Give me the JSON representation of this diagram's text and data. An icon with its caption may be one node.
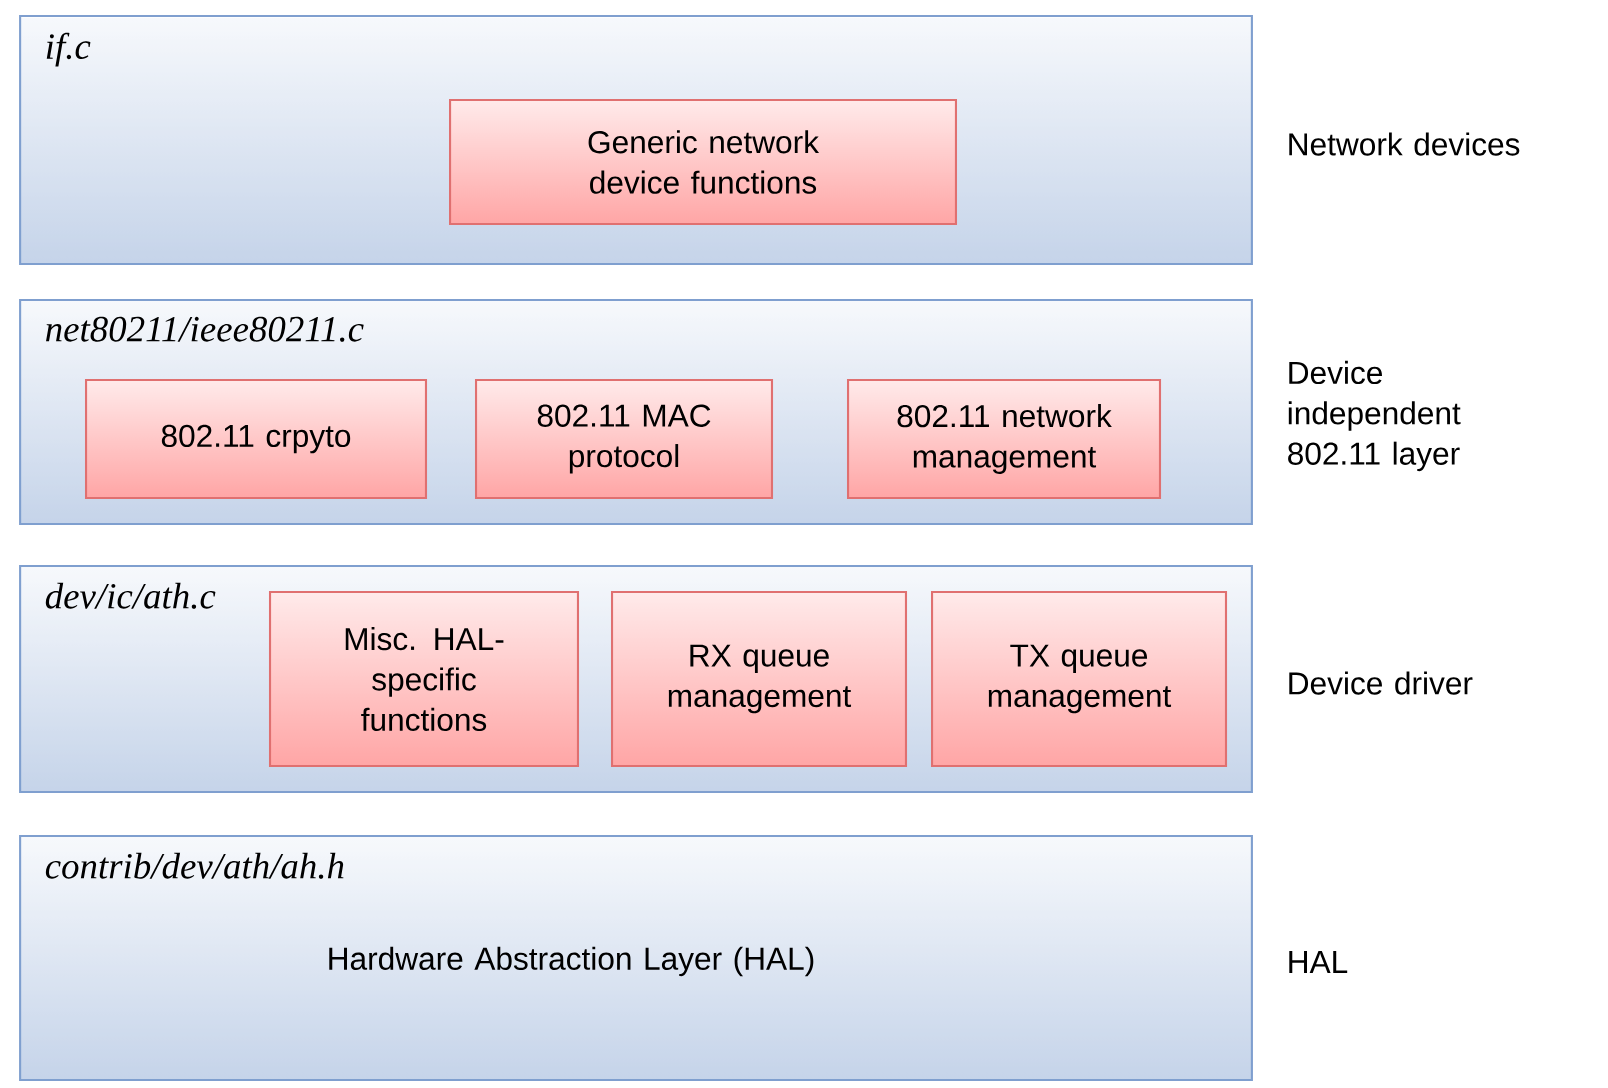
{
  "diagram": {
    "nodes": [
      {
        "text": [
          "if.c"
        ],
        "beside": [
          "Network devices"
        ]
      },
      {
        "text": [
          "Generic network device functions"
        ],
        "in": 0
      },
      {
        "text": [
          "net80211/ieee80211.c"
        ],
        "beside": [
          "Device independent 802.11 layer"
        ]
      },
      {
        "text": [
          "802.11 crpyto"
        ],
        "in": 2
      },
      {
        "text": [
          "802.11 MAC protocol"
        ],
        "in": 2
      },
      {
        "text": [
          "802.11 network management"
        ],
        "in": 2
      },
      {
        "text": [
          "dev/ic/ath.c"
        ],
        "beside": [
          "Device driver"
        ]
      },
      {
        "text": [
          "Misc. HAL-specific functions"
        ],
        "in": 6
      },
      {
        "text": [
          "RX queue management"
        ],
        "in": 6
      },
      {
        "text": [
          "TX queue management"
        ],
        "in": 6
      },
      {
        "text": [
          "contrib/dev/ath/ah.h",
          "Hardware Abstraction Layer (HAL)"
        ],
        "beside": [
          "HAL"
        ]
      }
    ]
  }
}
